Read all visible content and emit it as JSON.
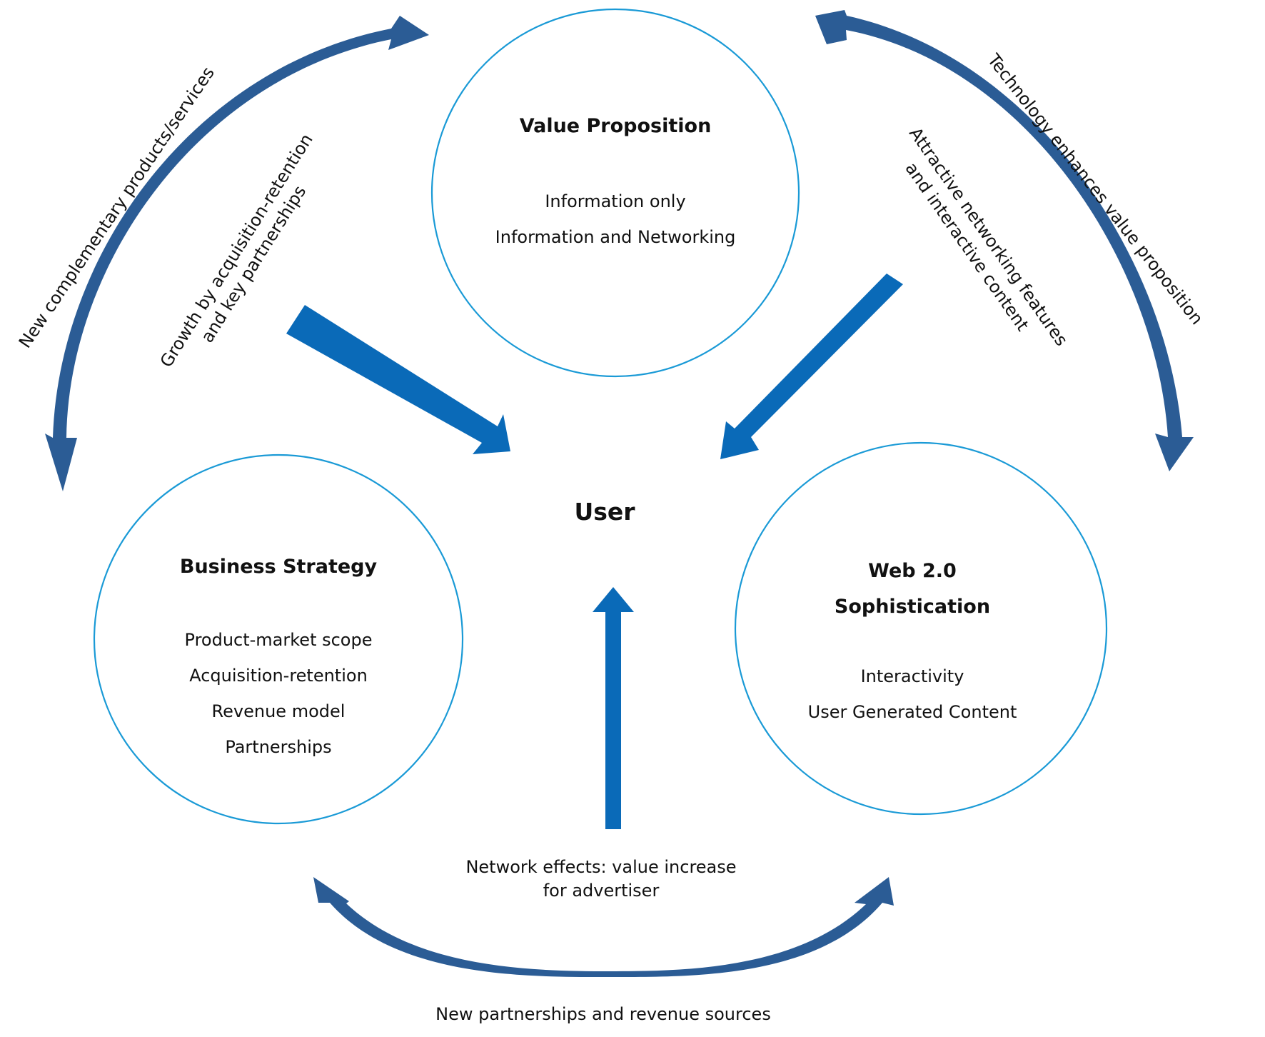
{
  "colors": {
    "circle_stroke": "#1a9ad6",
    "straight_arrow": "#0a6ab8",
    "curved_arrow": "#2b5c95",
    "text": "#111111",
    "background": "#ffffff"
  },
  "center": {
    "label": "User"
  },
  "nodes": {
    "value_proposition": {
      "title_lines": [
        "Value Proposition"
      ],
      "items": [
        "Information only",
        "Information and Networking"
      ]
    },
    "business_strategy": {
      "title_lines": [
        "Business Strategy"
      ],
      "items": [
        "Product-market scope",
        "Acquisition-retention",
        "Revenue model",
        "Partnerships"
      ]
    },
    "web20": {
      "title_lines": [
        "Web 2.0",
        "Sophistication"
      ],
      "items": [
        "Interactivity",
        "User Generated Content"
      ]
    }
  },
  "edge_labels": {
    "new_complementary": "New complementary products/services",
    "growth_line1": "Growth by acquisition-retention",
    "growth_line2": "and key partnerships",
    "attractive_line1": "Attractive networking features",
    "attractive_line2": "and interactive content",
    "technology": "Technology enhances value proposition",
    "network_line1": "Network effects: value increase",
    "network_line2": "for advertiser",
    "new_partnerships": "New partnerships and revenue sources"
  }
}
